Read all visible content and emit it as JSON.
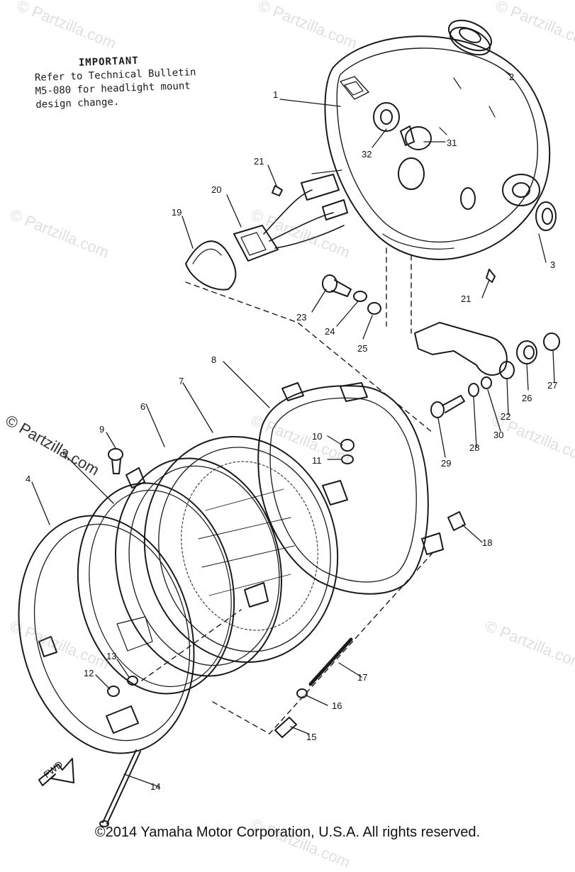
{
  "note": {
    "heading": "IMPORTANT",
    "lines": [
      "Refer to Technical Bulletin",
      "M5-080 for headlight mount",
      "design change."
    ]
  },
  "watermark": "© Partzilla.com",
  "copyright": "©2014 Yamaha Motor Corporation, U.S.A. All rights reserved.",
  "callouts": [
    "1",
    "2",
    "3",
    "4",
    "5",
    "6",
    "7",
    "8",
    "9",
    "10",
    "11",
    "12",
    "13",
    "14",
    "15",
    "16",
    "17",
    "18",
    "19",
    "20",
    "21",
    "21",
    "22",
    "23",
    "24",
    "25",
    "26",
    "27",
    "28",
    "29",
    "30",
    "31",
    "32"
  ],
  "fwd_label": "FWD"
}
